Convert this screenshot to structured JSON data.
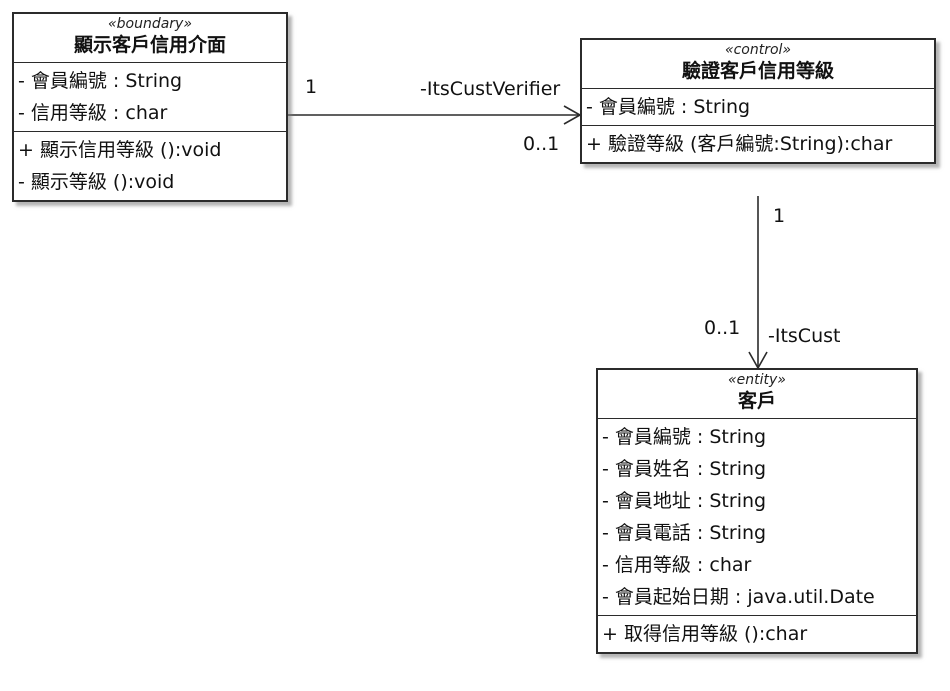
{
  "classes": {
    "boundary": {
      "stereotype": "«boundary»",
      "name": "顯示客戶信用介面",
      "attributes": [
        "- 會員編號 : String",
        "- 信用等級 : char"
      ],
      "operations": [
        "+ 顯示信用等級 ():void",
        "- 顯示等級 ():void"
      ]
    },
    "control": {
      "stereotype": "«control»",
      "name": "驗證客戶信用等級",
      "attributes": [
        "- 會員編號 : String"
      ],
      "operations": [
        "+ 驗證等級 (客戶編號:String):char"
      ]
    },
    "entity": {
      "stereotype": "«entity»",
      "name": "客戶",
      "attributes": [
        "- 會員編號 : String",
        "- 會員姓名 : String",
        "- 會員地址 : String",
        "- 會員電話 : String",
        "- 信用等級 : char",
        "- 會員起始日期 : java.util.Date"
      ],
      "operations": [
        "+ 取得信用等級 ():char"
      ]
    }
  },
  "associations": {
    "boundary_control": {
      "source_multiplicity": "1",
      "role": "-ItsCustVerifier",
      "target_multiplicity": "0..1"
    },
    "control_entity": {
      "source_multiplicity": "1",
      "role": "-ItsCust",
      "target_multiplicity": "0..1"
    }
  }
}
